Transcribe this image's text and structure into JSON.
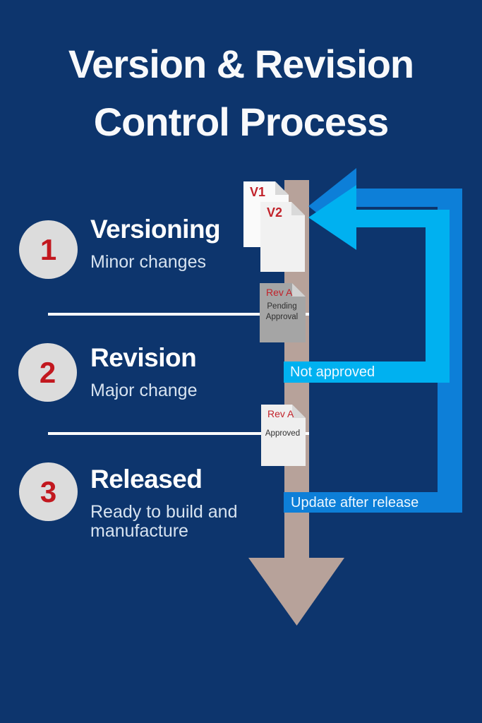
{
  "title": {
    "line1": "Version & Revision",
    "line2": "Control Process"
  },
  "steps": [
    {
      "number": "1",
      "heading": "Versioning",
      "subtext": "Minor changes"
    },
    {
      "number": "2",
      "heading": "Revision",
      "subtext": "Major change"
    },
    {
      "number": "3",
      "heading": "Released",
      "subtext": "Ready to build and manufacture"
    }
  ],
  "documents": [
    {
      "label": "V1"
    },
    {
      "label": "V2"
    },
    {
      "label": "Rev A",
      "status": "Pending Approval"
    },
    {
      "label": "Rev A",
      "status": "Approved"
    }
  ],
  "flow_labels": {
    "not_approved": "Not approved",
    "update_after_release": "Update after release"
  },
  "colors": {
    "background": "#0d356d",
    "main_arrow_tan": "#b7a29a",
    "loop_arrow_cyan": "#00b1f0",
    "loop_arrow_blue": "#0d7fd8",
    "accent_red": "#c2232b",
    "circle_gray": "#dcdcdc",
    "heading_white": "#ffffff",
    "subtext_blue_white": "#d7e3f0",
    "divider_white": "#ffffff",
    "doc_gray": "#a5a5a5"
  }
}
